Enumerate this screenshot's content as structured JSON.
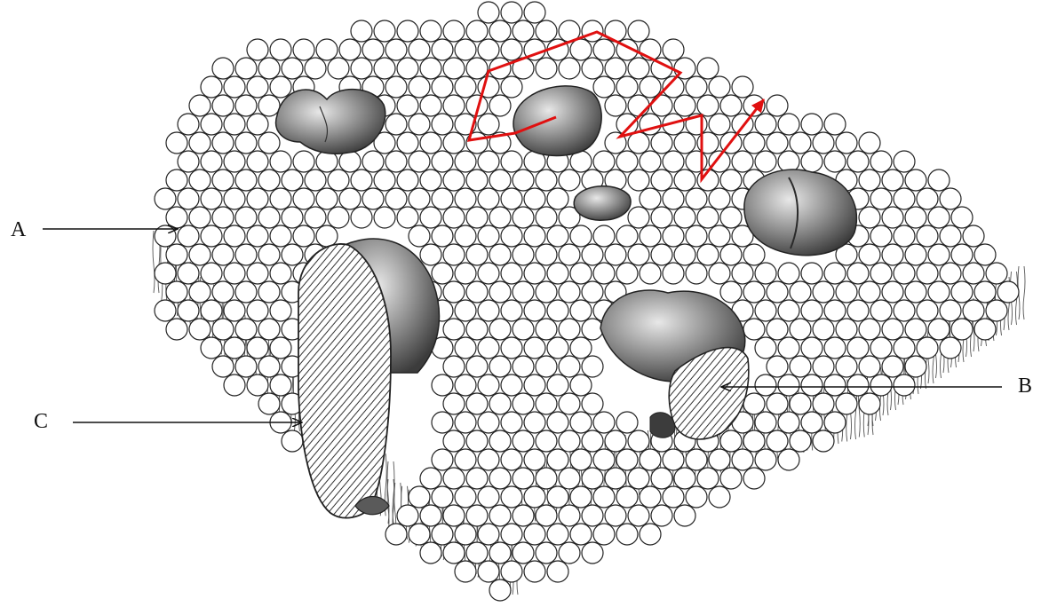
{
  "diagram": {
    "labels": {
      "a": "A",
      "b": "B",
      "c": "C"
    },
    "colors": {
      "background": "#ffffff",
      "head_fill": "#ffffff",
      "outline": "#222222",
      "tail_stroke": "#555555",
      "protein_fill": "#8a8a8a",
      "protein_shade": "#3c3c3c",
      "hatch": "#333333",
      "annotation_red": "#e01010"
    },
    "icons": {
      "lipid_head": "circle",
      "protein": "blob",
      "label_arrow": "arrow-right",
      "movement_path": "red-zigzag-arrow"
    }
  }
}
